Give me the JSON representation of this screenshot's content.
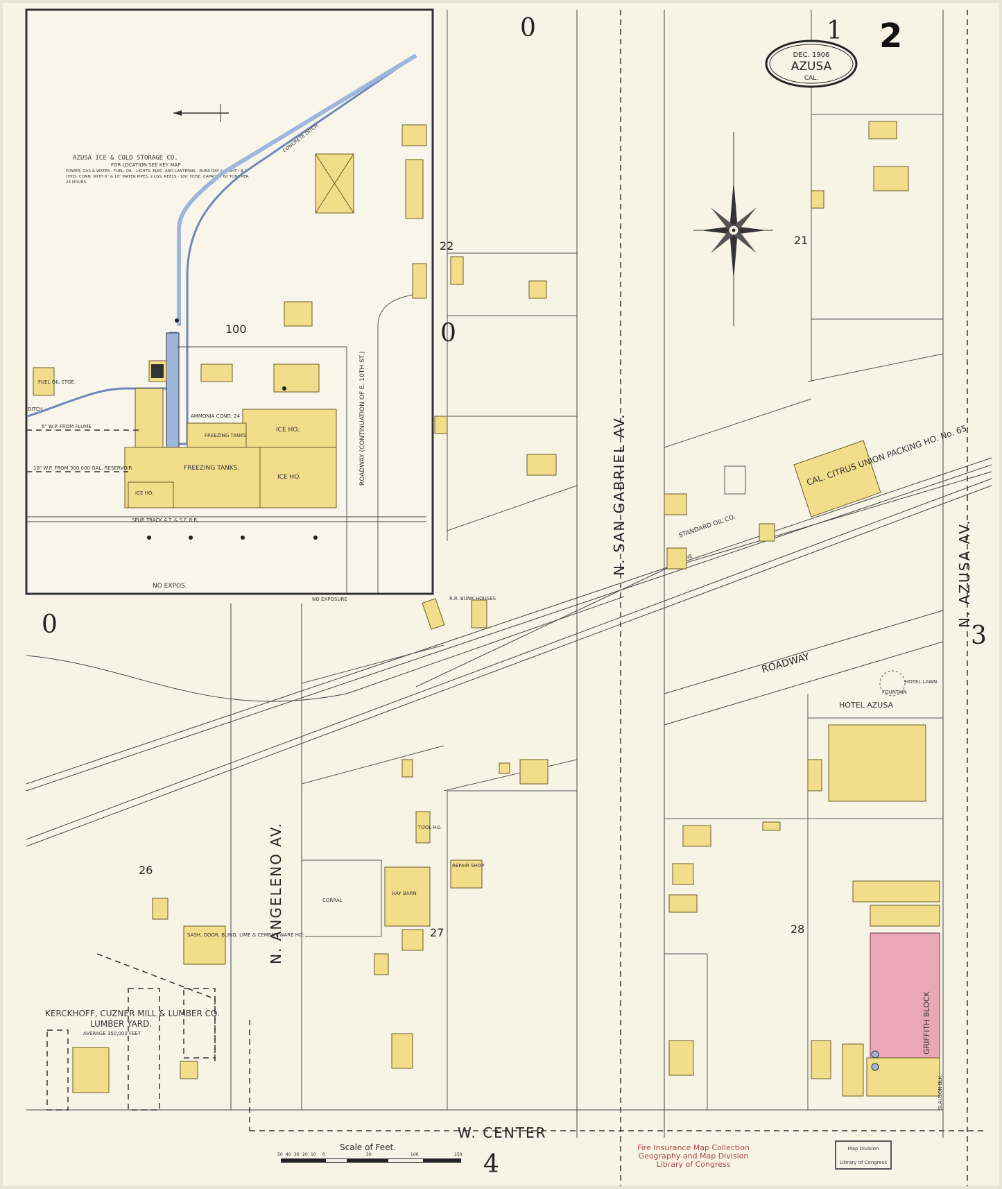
{
  "sheet": {
    "number": "2",
    "cartouche": {
      "date": "DEC. 1906",
      "city": "AZUSA",
      "state": "CAL."
    },
    "adjoining_sheets": {
      "top": "1",
      "right": "3",
      "bottom": "4"
    }
  },
  "streets": {
    "san_gabriel": "N. SAN GABRIEL AV.",
    "azusa": "N. AZUSA AV.",
    "angeleno": "N. ANGELENO AV.",
    "center": "W. CENTER",
    "roadway": "ROADWAY",
    "roadway_inset": "ROADWAY  (CONTINUATION OF E. 10TH ST.)",
    "main_line": "MAIN LINE"
  },
  "blocks": {
    "b22": "22",
    "b21": "21",
    "b26": "26",
    "b27": "27",
    "b28": "28",
    "b100": "100",
    "zero_a": "0",
    "zero_b": "0",
    "zero_c": "0"
  },
  "inset": {
    "title": "AZUSA ICE & COLD STORAGE CO.",
    "subtitle": "FOR LOCATION SEE KEY MAP",
    "notes": "POWER: GAS & WATER - FUEL: OIL - LIGHTS: ELEC. AND LANTERNS - RUNS DAY & NIGHT - 8 2\" HYDS. CONN. WITH 6\" & 10\" WATER PIPES. 2 LGS. REELS - 100' HOSE. CAPACITY 60 TONS PER 24 HOURS.",
    "concrete_ditch": "CONCRETE DITCH",
    "ditch": "DITCH",
    "freezing_tanks": "FREEZING TANKS.",
    "freezing_tanks_small": "FREEZING TANKS",
    "ice_house_1": "ICE HO.",
    "ice_house_2": "ICE HO.",
    "ice_house_3": "ICE HO.",
    "ammonia": "AMMONIA COND. 24",
    "water_pipe_1": "6\" W.P. FROM FLUME",
    "water_pipe_2": "10\" W.P. FROM 300,000 GAL. RESERVOIR",
    "fuel_oil": "FUEL OIL STGE.",
    "no_expos": "NO  EXPOS.",
    "spur": "SPUR TRACK   A.T. & S.F. R.R."
  },
  "labels": {
    "standard_oil": "STANDARD OIL CO.",
    "packing_house": "CAL. CITRUS UNION PACKING HO. No. 65",
    "hotel": "HOTEL AZUSA",
    "hotel_lawn": "HOTEL LAWN",
    "fountain": "FOUNTAIN",
    "bunk": "R.R. BUNK HOUSES",
    "lumber_co": "KERCKHOFF, CUZNER MILL & LUMBER CO.",
    "lumber_yard": "LUMBER YARD.",
    "lumber_avg": "AVERAGE 350,000 FEET",
    "sash": "SASH, DOOR, BLIND, LIME & CEMENT WARE HO.",
    "hay_barn": "HAY BARN",
    "corral": "CORRAL",
    "repair": "REPAIR SHOP",
    "tool": "TOOL HO.",
    "griffith": "GRIFFITH BLOCK",
    "slauson": "SLAUSON BLK.",
    "no_exposure": "NO EXPOSURE"
  },
  "scale": {
    "title": "Scale of Feet.",
    "ticks": [
      "50",
      "40",
      "30",
      "20",
      "10",
      "0",
      "50",
      "100",
      "150"
    ]
  },
  "stamps": {
    "loc_line1": "Fire Insurance Map Collection",
    "loc_line2": "Geography and Map Division",
    "loc_line3": "Library of Congress",
    "map_division": "Map Division",
    "loc_small": "Library of Congress"
  },
  "colors": {
    "paper": "#f7f4e6",
    "frame": "#e9e4d4",
    "frame_wood": "#f2dd8a",
    "brick": "#eaa7b5",
    "water": "#9fb6dc",
    "ink": "#222222"
  }
}
